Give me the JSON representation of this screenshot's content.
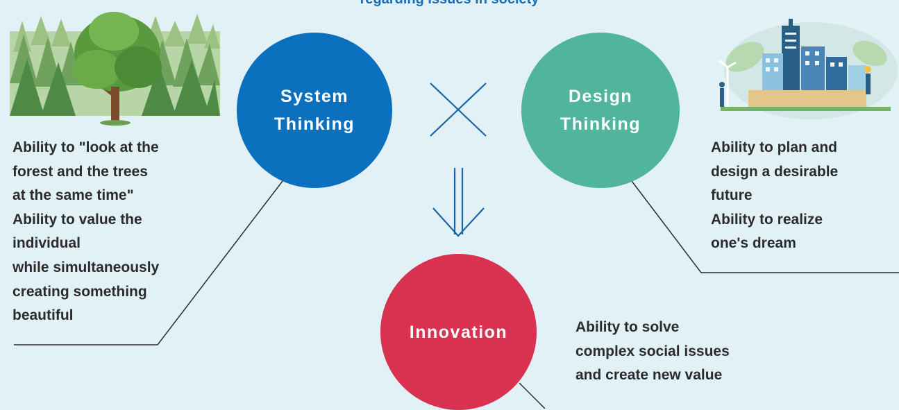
{
  "header": {
    "title_fragment": "regarding issues in society"
  },
  "nodes": {
    "system": {
      "label": "System\nThinking",
      "color": "#0b70bd"
    },
    "design": {
      "label": "Design\nThinking",
      "color": "#50b59c"
    },
    "innovation": {
      "label": "Innovation",
      "color": "#d93150"
    }
  },
  "descriptions": {
    "system": "Ability to \"look at the\nforest and the trees\nat the same time\"\nAbility to value the\nindividual\nwhile simultaneously\ncreating something\nbeautiful",
    "design": "Ability to plan and\ndesign a desirable\nfuture\nAbility to realize\none's dream",
    "innovation": "Ability to solve\ncomplex social issues\nand create new value"
  },
  "symbols": {
    "combine": "cross-mark",
    "result": "double-down-arrow"
  },
  "illustrations": {
    "left": "forest-illustration",
    "right": "green-city-illustration"
  }
}
